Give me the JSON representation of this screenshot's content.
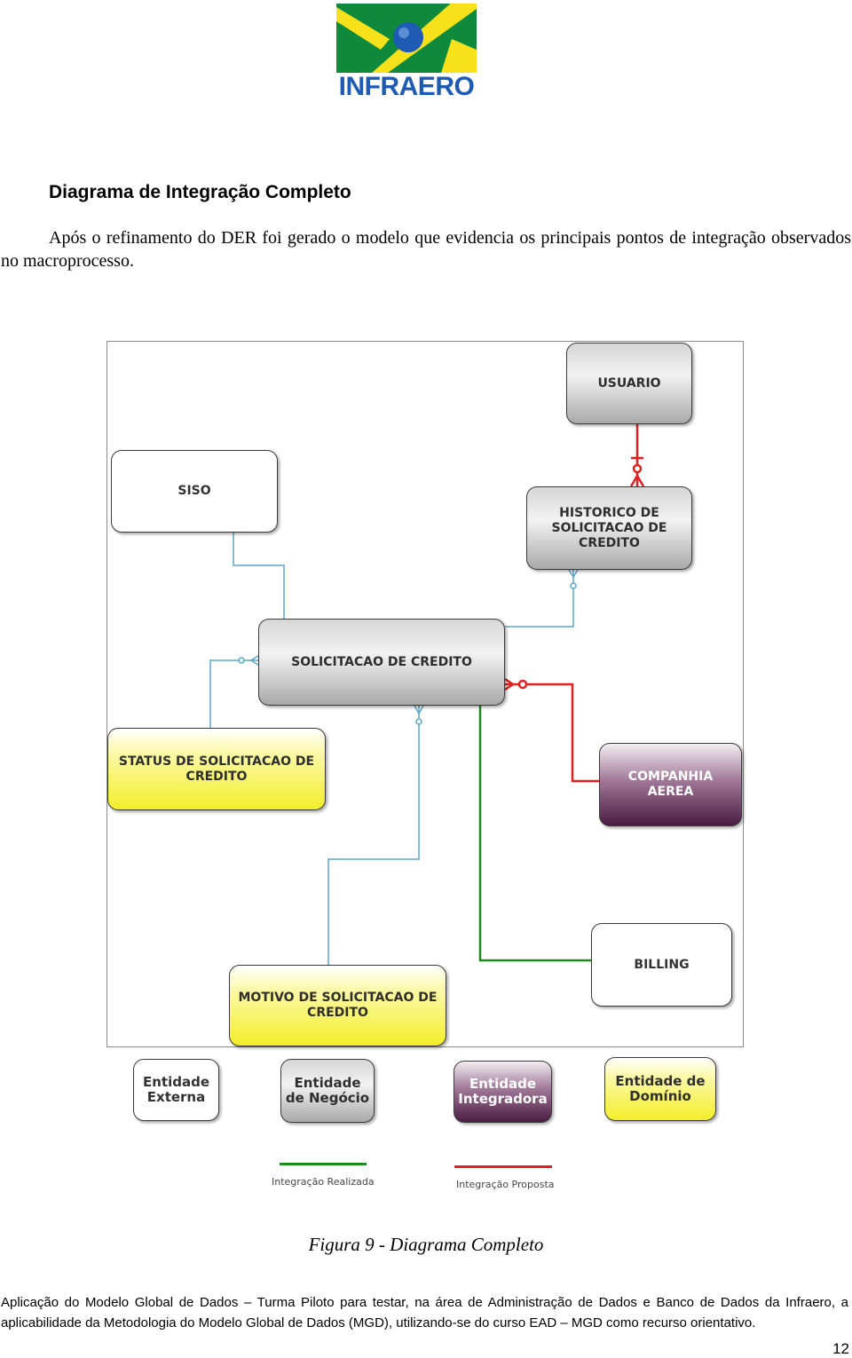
{
  "logo": {
    "text": "INFRAERO"
  },
  "section": {
    "heading": "Diagrama de Integração Completo",
    "paragraph": "Após o refinamento do DER foi gerado o modelo que evidencia os principais pontos de integração observados no macroprocesso."
  },
  "diagram": {
    "entities": {
      "usuario": "USUARIO",
      "siso": "SISO",
      "historico": "HISTORICO DE SOLICITACAO DE CREDITO",
      "solicitacao": "SOLICITACAO DE CREDITO",
      "status": "STATUS DE SOLICITACAO DE CREDITO",
      "companhia": "COMPANHIA AEREA",
      "billing": "BILLING",
      "motivo": "MOTIVO DE SOLICITACAO DE CREDITO"
    },
    "legend": {
      "externa": "Entidade Externa",
      "negocio": "Entidade de Negócio",
      "integradora": "Entidade Integradora",
      "dominio": "Entidade de Domínio",
      "realizada": "Integração Realizada",
      "proposta": "Integração Proposta"
    },
    "colors": {
      "realizada": "#1e8a1e",
      "proposta": "#e02020",
      "relationship": "#5aa6c8"
    }
  },
  "caption": "Figura 9 - Diagrama Completo",
  "footer": "Aplicação do Modelo Global de Dados – Turma Piloto para testar, na área de Administração de Dados e Banco de Dados da Infraero, a aplicabilidade da Metodologia do Modelo Global de Dados (MGD), utilizando-se do curso EAD – MGD como recurso orientativo.",
  "page_number": "12"
}
